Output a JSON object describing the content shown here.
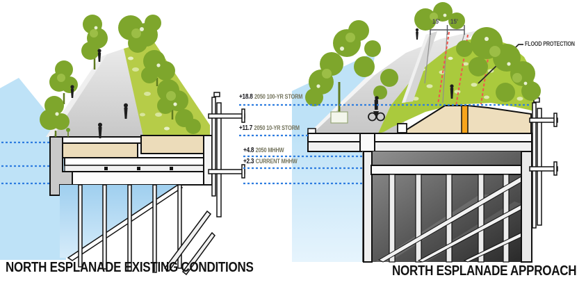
{
  "captions": {
    "left": "NORTH ESPLANADE EXISTING CONDITIONS",
    "right": "NORTH ESPLANADE APPROACH"
  },
  "water_levels": [
    {
      "value": "+18.8",
      "label": "2050 100-YR STORM"
    },
    {
      "value": "+11.7",
      "label": "2050 10-YR STORM"
    },
    {
      "value": "+4.8",
      "label": "2050 MHHW"
    },
    {
      "value": "+2.3",
      "label": "CURRENT MHHW"
    }
  ],
  "annotations": {
    "flood_protection": "FLOOD PROTECTION",
    "dim_left": "15'",
    "dim_right": "15'"
  },
  "colors": {
    "water": "#BEE2F7",
    "water_level_line": "#2E7DE0",
    "flood_protection_line": "#F2544B",
    "flood_wall": "#F7A41B",
    "lawn": "#B6CC48",
    "tree": "#7EA62C",
    "berm_fill": "#EEDEBD"
  }
}
